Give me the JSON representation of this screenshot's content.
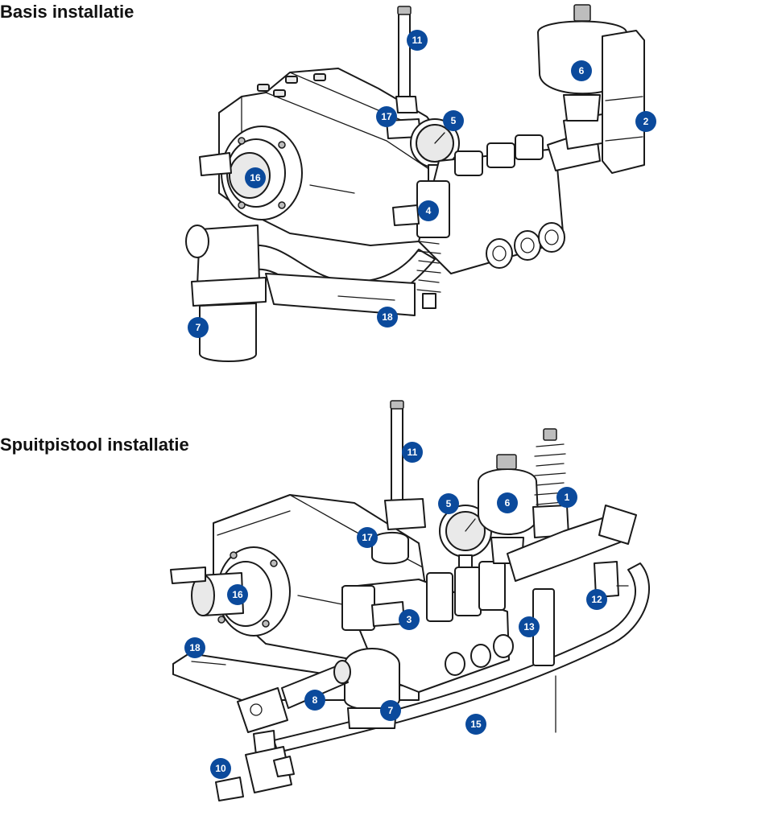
{
  "sections": {
    "basis": {
      "title": "Basis installatie"
    },
    "spuitpistool": {
      "title": "Spuitpistool installatie"
    }
  },
  "callout_color": "#0b4a9c",
  "callouts": {
    "basis": [
      "11",
      "6",
      "17",
      "5",
      "2",
      "16",
      "4",
      "7",
      "18"
    ],
    "spuitpistool": [
      "11",
      "5",
      "6",
      "1",
      "17",
      "12",
      "16",
      "3",
      "13",
      "18",
      "8",
      "7",
      "15",
      "10"
    ]
  }
}
